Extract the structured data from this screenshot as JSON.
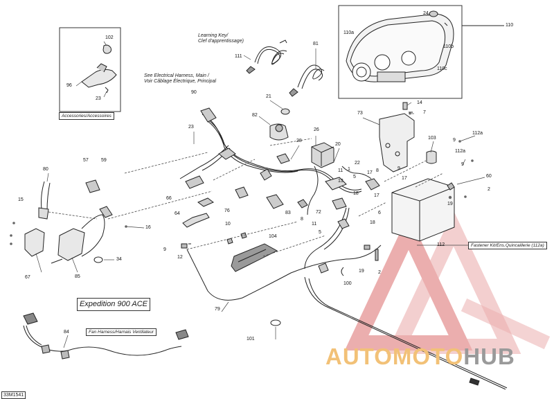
{
  "diagram_id": "33M1541",
  "model_title": "Expedition 900 ACE",
  "notes": {
    "learning_key": "Learning Key/\nClef d'apprentissage)",
    "see_harness": "See Electrical Harness, Main /\nVoir Câblage Électrique, Principal",
    "accessories": "Accessories/Accessoires",
    "fastener_kit": "Fastener Kit/Ens.Quincaillerie (112a)",
    "fan_harness": "Fan Harness/Harnais Ventilateur"
  },
  "watermark": {
    "part1": "AUTOMOTO",
    "part2": "HUB",
    "color_main": "#f2c177",
    "color_hub": "#9a9a9a",
    "color_logo": "#e8a0a0"
  },
  "callouts": {
    "c24": "24",
    "c110": "110",
    "c110a": "110a",
    "c110b": "110b",
    "c110c": "110c",
    "c102": "102",
    "c96": "96",
    "c23a": "23",
    "c111": "111",
    "c81": "81",
    "c90": "90",
    "c21": "21",
    "c82": "82",
    "c23b": "23",
    "c26": "26",
    "c28": "28",
    "c20": "20",
    "c73": "73",
    "c14": "14",
    "c7": "7",
    "c103": "103",
    "c112a_1": "112a",
    "c112a_2": "112a",
    "c9a": "9",
    "c9b": "9",
    "c60": "60",
    "c2a": "2",
    "c19a": "19",
    "c57": "57",
    "c59": "59",
    "c80": "80",
    "c66": "66",
    "c15": "15",
    "c64": "64",
    "c76": "76",
    "c16": "16",
    "c17a": "17",
    "c22": "22",
    "c8a": "8",
    "c11a": "11",
    "c1": "1",
    "c13": "13",
    "c5a": "5",
    "c18a": "18",
    "c17b": "17",
    "c9c": "9",
    "c17c": "17",
    "c83": "83",
    "c72": "72",
    "c6": "6",
    "c18b": "18",
    "c8b": "8",
    "c11b": "11",
    "c5b": "5",
    "c10": "10",
    "c104": "104",
    "c9d": "9",
    "c12": "12",
    "c67": "67",
    "c85": "85",
    "c34": "34",
    "c112": "112",
    "c19b": "19",
    "c2b": "2",
    "c100": "100",
    "c79": "79",
    "c101": "101",
    "c84": "84"
  }
}
